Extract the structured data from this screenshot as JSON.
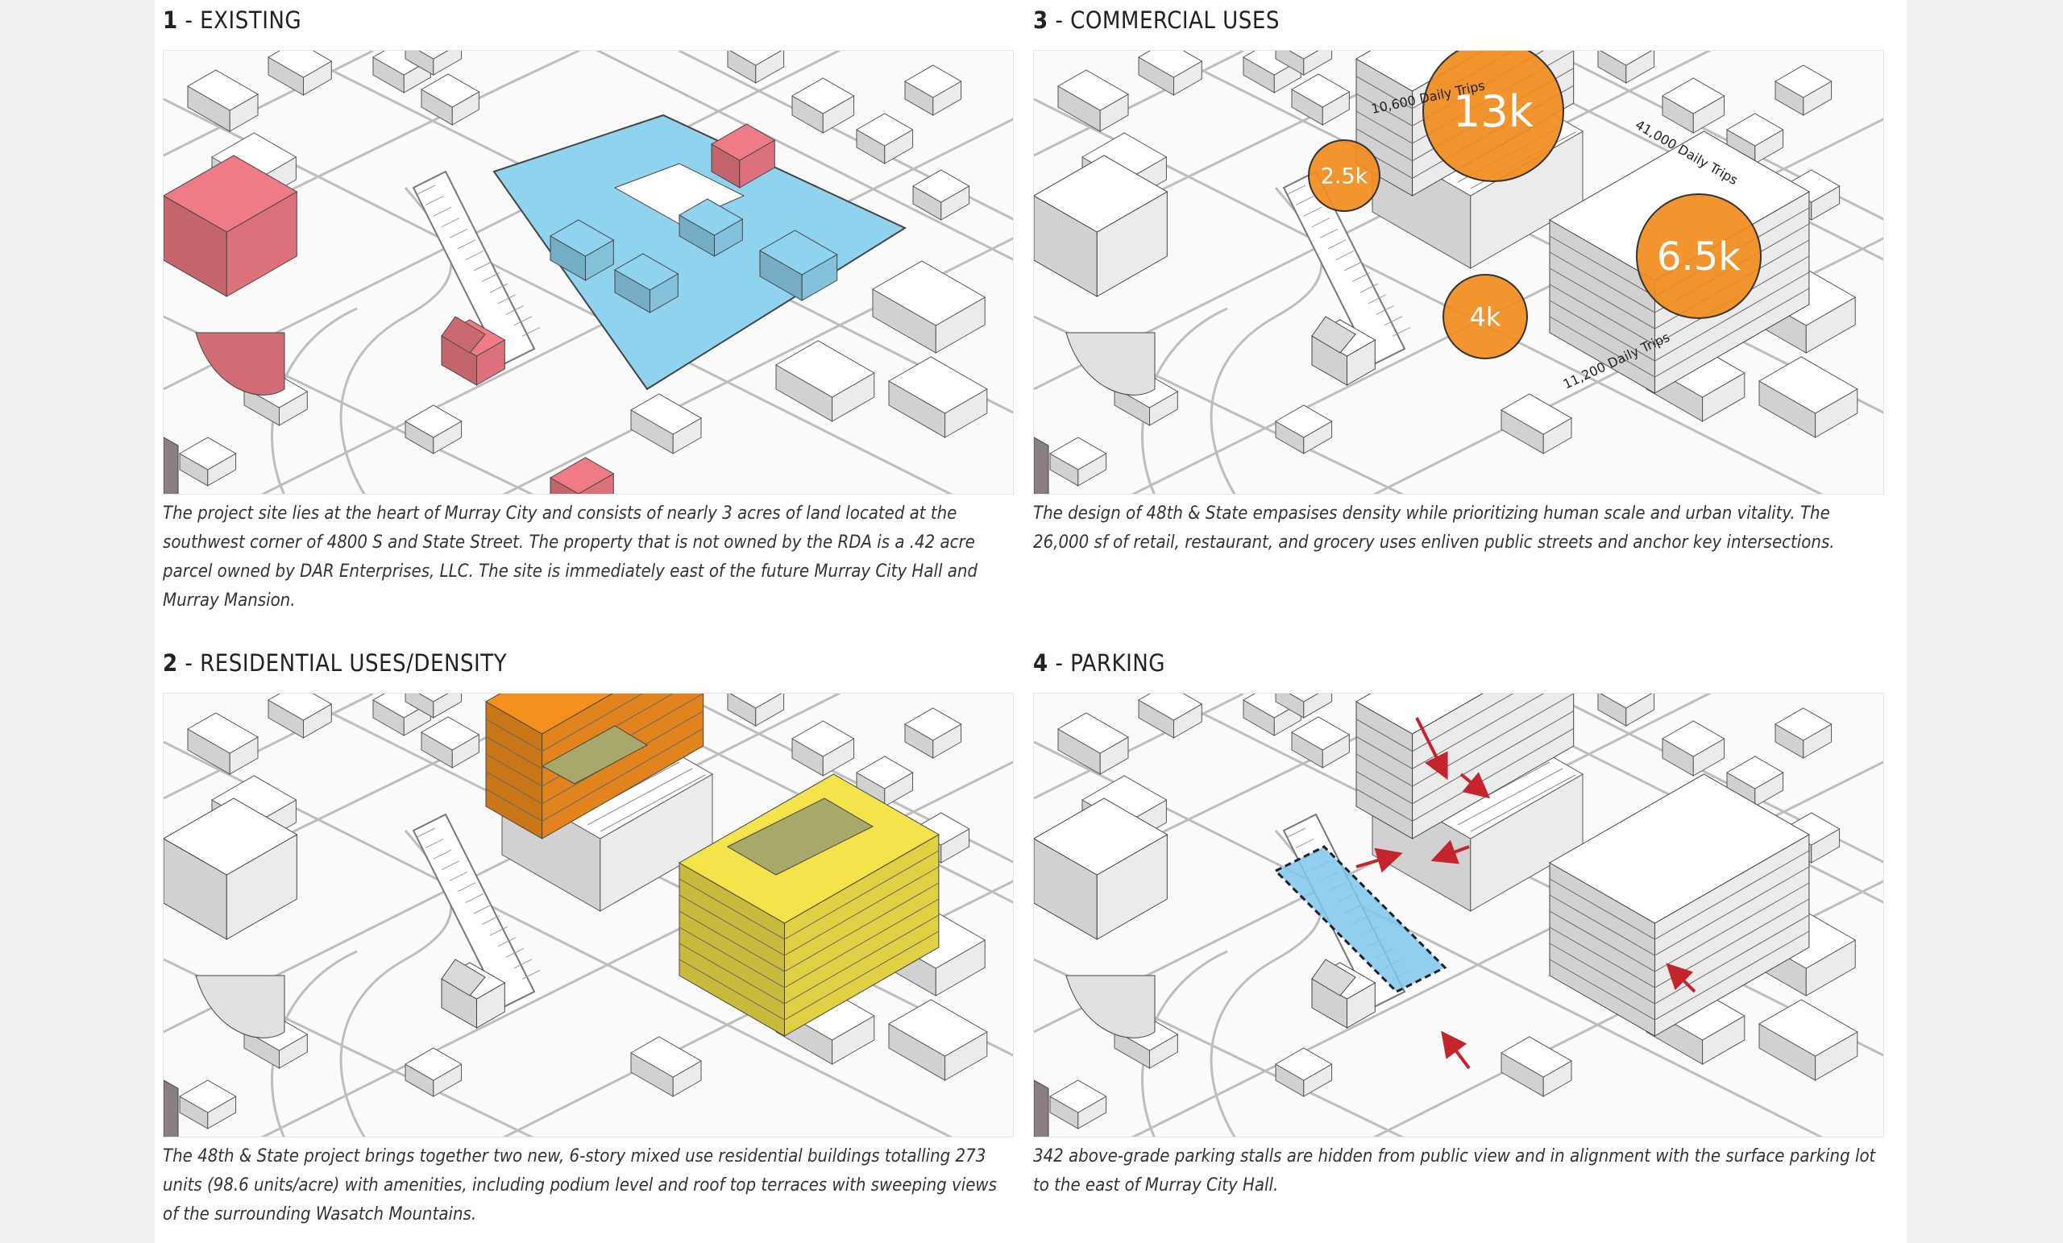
{
  "panels": {
    "existing": {
      "number": "1",
      "title": "- EXISTING",
      "caption": "The project site lies at the heart of Murray City and consists of nearly 3 acres of land located at the southwest corner of 4800 S and State Street. The property that is not owned by the RDA is a .42 acre parcel owned by DAR Enterprises, LLC. The site is immediately east of the future Murray City Hall and Murray Mansion."
    },
    "commercial": {
      "number": "3",
      "title": "- COMMERCIAL USES",
      "caption": "The design of 48th & State empasises density while prioritizing human scale and urban vitality. The 26,000 sf of retail, restaurant, and grocery uses enliven public streets and anchor key intersections.",
      "bubbles": [
        {
          "label": "13k",
          "value": 13000
        },
        {
          "label": "2.5k",
          "value": 2500
        },
        {
          "label": "6.5k",
          "value": 6500
        },
        {
          "label": "4k",
          "value": 4000
        }
      ],
      "traffic_labels": {
        "north": "10,600 Daily Trips",
        "east": "41,000 Daily Trips",
        "south": "11,200 Daily Trips"
      }
    },
    "residential": {
      "number": "2",
      "title": "- RESIDENTIAL USES/DENSITY",
      "caption": "The 48th & State project brings together two new, 6-story mixed use residential buildings totalling 273 units (98.6 units/acre) with amenities, including podium level and roof top terraces with sweeping views of the surrounding Wasatch Mountains."
    },
    "parking": {
      "number": "4",
      "title": "- PARKING",
      "caption": "342 above-grade parking stalls are hidden from public view and in alignment with the surface parking lot to the east of Murray City Hall."
    }
  },
  "colors": {
    "existing_site": "#8fd3ef",
    "existing_civic": "#ef7b86",
    "commercial": "#f28c1c",
    "residential_north": "#f5901f",
    "residential_south": "#f4e34a",
    "terrace": "#a8a86a",
    "parking_lot": "#7fc6ea",
    "arrow": "#c4242b"
  }
}
